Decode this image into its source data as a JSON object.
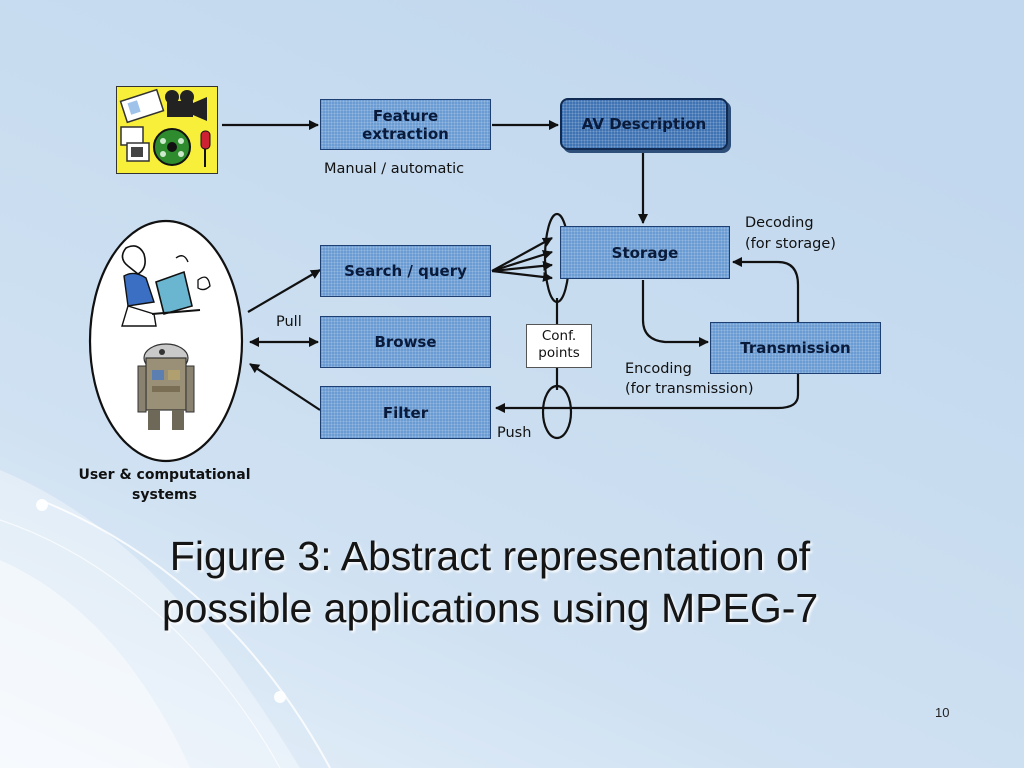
{
  "boxes": {
    "feature_extraction": "Feature\nextraction",
    "av_description": "AV Description",
    "storage": "Storage",
    "search_query": "Search / query",
    "browse": "Browse",
    "filter": "Filter",
    "transmission": "Transmission"
  },
  "labels": {
    "manual_automatic": "Manual / automatic",
    "decoding": "Decoding",
    "for_storage": "(for storage)",
    "encoding": "Encoding",
    "for_transmission": "(for transmission)",
    "pull": "Pull",
    "push": "Push",
    "conf_points": "Conf.\npoints",
    "user_systems": "User & computational\nsystems"
  },
  "caption": {
    "line1": "Figure 3: Abstract representation of",
    "line2": "possible applications using MPEG-7"
  },
  "page_number": "10",
  "icons": [
    "media-collage-icon",
    "user-at-computer-icon",
    "robot-icon"
  ],
  "colors": {
    "background": "#c6dbf0",
    "box_fill": "#6a9bd2",
    "av_box_fill": "#3f73b4",
    "media_icon_bg": "#f7ef3a"
  }
}
